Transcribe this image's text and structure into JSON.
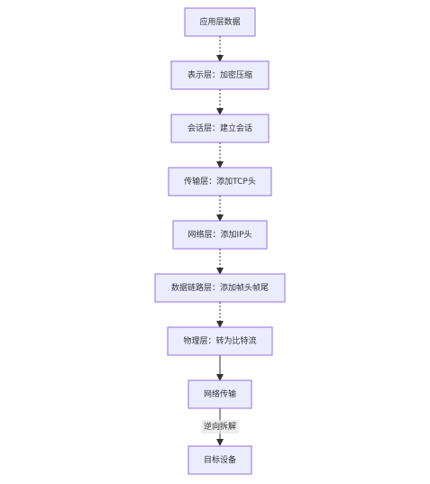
{
  "diagram": {
    "nodes": [
      {
        "id": "app-data",
        "label": "应用层数据"
      },
      {
        "id": "presentation",
        "label": "表示层：加密压缩"
      },
      {
        "id": "session",
        "label": "会话层：建立会话"
      },
      {
        "id": "transport",
        "label": "传输层：添加TCP头"
      },
      {
        "id": "network",
        "label": "网络层：添加IP头"
      },
      {
        "id": "datalink",
        "label": "数据链路层：添加帧头帧尾"
      },
      {
        "id": "physical",
        "label": "物理层：转为比特流"
      },
      {
        "id": "transmission",
        "label": "网络传输"
      },
      {
        "id": "target",
        "label": "目标设备"
      }
    ],
    "edges": [
      {
        "from": "app-data",
        "to": "presentation",
        "style": "dashed",
        "label": ""
      },
      {
        "from": "presentation",
        "to": "session",
        "style": "dashed",
        "label": ""
      },
      {
        "from": "session",
        "to": "transport",
        "style": "dashed",
        "label": ""
      },
      {
        "from": "transport",
        "to": "network",
        "style": "dashed",
        "label": ""
      },
      {
        "from": "network",
        "to": "datalink",
        "style": "dashed",
        "label": ""
      },
      {
        "from": "datalink",
        "to": "physical",
        "style": "dashed",
        "label": ""
      },
      {
        "from": "physical",
        "to": "transmission",
        "style": "solid",
        "label": ""
      },
      {
        "from": "transmission",
        "to": "target",
        "style": "solid",
        "label": "逆向拆解"
      }
    ],
    "colors": {
      "node_fill": "#ECECFF",
      "node_stroke": "#9370DB",
      "edge": "#333333",
      "label_bg": "#E8E8E8"
    }
  }
}
